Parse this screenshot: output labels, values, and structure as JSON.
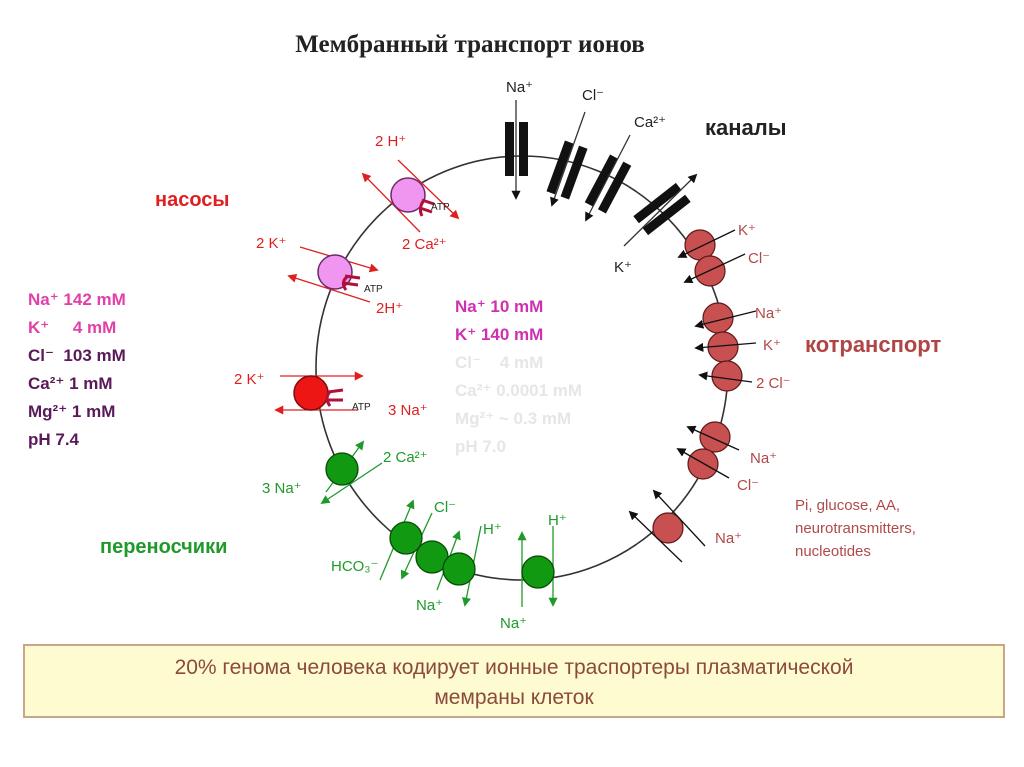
{
  "title": "Мембранный транспорт ионов",
  "groups": {
    "channels": "каналы",
    "pumps": "насосы",
    "cotransport": "котранспорт",
    "carriers": "переносчики"
  },
  "extracellular": [
    "Na⁺ 142 mM",
    "K⁺     4 mM",
    "Cl⁻  103 mM",
    "Ca²⁺ 1 mM",
    "Mg²⁺ 1 mM",
    "pH 7.4"
  ],
  "intracellular": [
    "Na⁺ 10 mM",
    "K⁺ 140 mM",
    "Cl⁻    4 mM",
    "Ca²⁺ 0.0001 mM",
    "Mg²⁺ ~ 0.3 mM",
    "pH 7.0"
  ],
  "channel_ions": [
    "Na⁺",
    "Cl⁻",
    "Ca²⁺",
    "K⁺"
  ],
  "pump_labels": {
    "p1_top": "2 H⁺",
    "p1_bottom": "2 Ca²⁺",
    "p2_left": "2 K⁺",
    "p2_right": "2H⁺",
    "p3_left": "2 K⁺",
    "p3_right": "3 Na⁺",
    "atp": "ATP"
  },
  "carrier_labels": {
    "c1_right": "2 Ca²⁺",
    "c1_left": "3 Na⁺",
    "cl": "Cl⁻",
    "hco3": "HCO₃⁻",
    "na1": "Na⁺",
    "h1": "H⁺",
    "h2": "H⁺",
    "na2": "Na⁺"
  },
  "cotransport_labels": [
    "K⁺",
    "Cl⁻",
    "Na⁺",
    "K⁺",
    "2 Cl⁻",
    "Na⁺",
    "Cl⁻",
    "Na⁺"
  ],
  "substrates": [
    "Pi, glucose, AA,",
    "neurotransmitters,",
    "nucleotides"
  ],
  "banner": {
    "line1": "20% генома человека кодирует ионные траспортеры плазматической",
    "line2": "мемраны клеток"
  }
}
